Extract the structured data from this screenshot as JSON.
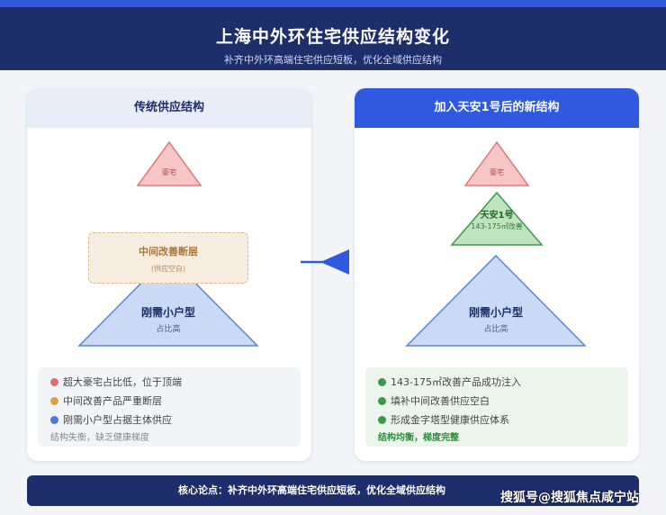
{
  "header": {
    "title": "上海中外环住宅供应结构变化",
    "subtitle": "补齐中外环高端住宅供应短板，优化全域供应结构"
  },
  "left_card": {
    "title": "传统供应结构",
    "top_label": "豪宅",
    "gap_title": "中间改善断层",
    "gap_sub": "(供应空白)",
    "base_title": "刚需小户型",
    "base_sub": "占比高",
    "points": [
      {
        "text": "超大豪宅占比低，位于顶端",
        "color": "#e07070"
      },
      {
        "text": "中间改善产品严重断层",
        "color": "#d9a23e"
      },
      {
        "text": "刚需小户型占据主体供应",
        "color": "#4a7bd8"
      }
    ],
    "note": "结构失衡，缺乏健康梯度"
  },
  "right_card": {
    "title": "加入天安1号后的新结构",
    "top_label": "豪宅",
    "mid_title": "天安1号",
    "mid_sub": "143-175㎡改善",
    "base_title": "刚需小户型",
    "base_sub": "占比高",
    "points": [
      {
        "text": "143-175㎡改善产品成功注入",
        "color": "#3a9a48"
      },
      {
        "text": "填补中间改善供应空白",
        "color": "#3a9a48"
      },
      {
        "text": "形成金字塔型健康供应体系",
        "color": "#3a9a48"
      }
    ],
    "note": "结构均衡，梯度完整"
  },
  "footer": {
    "text": "核心论点：补齐中外环高端住宅供应短板，优化全域供应结构"
  },
  "watermark": "搜狐号@搜狐焦点咸宁站",
  "colors": {
    "navy": "#1d2e6b",
    "blue": "#2f5ae0",
    "red_fill": "#f6c6c6",
    "green_fill": "#bfe3bf",
    "blue_fill": "#c9d9f6"
  }
}
